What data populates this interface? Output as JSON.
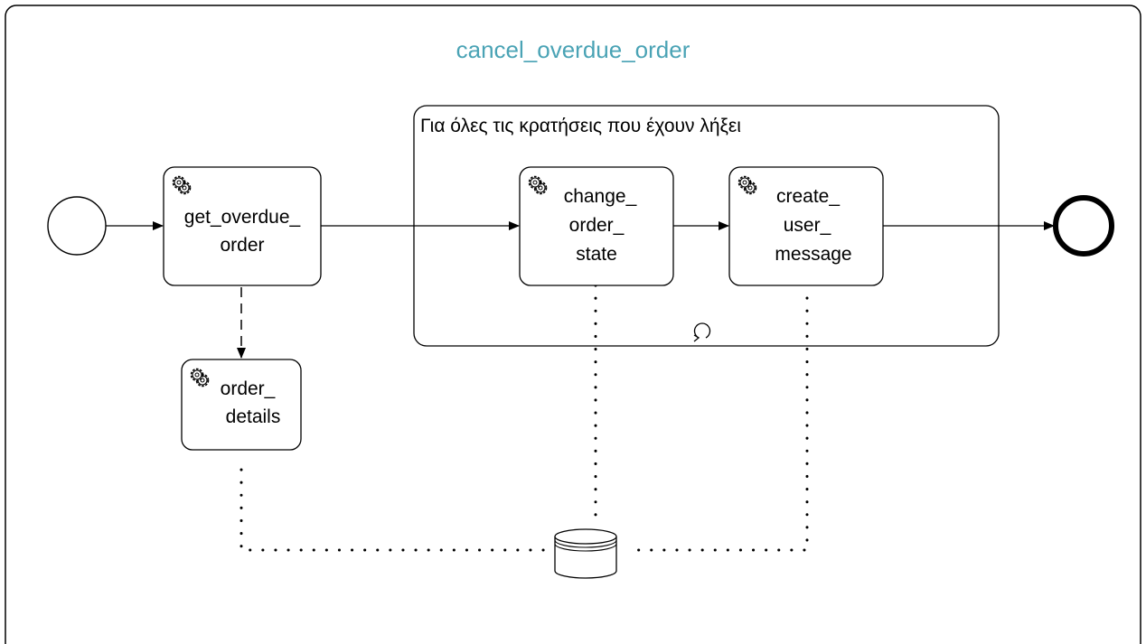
{
  "diagram": {
    "title": "cancel_overdue_order",
    "subprocess_label": "Για όλες τις κρατήσεις που έχουν λήξει",
    "tasks": {
      "get_overdue_order": [
        "get_overdue_",
        "order"
      ],
      "order_details": [
        "order_",
        "details"
      ],
      "change_order_state": [
        "change_",
        "order_",
        "state"
      ],
      "create_user_message": [
        "create_",
        "user_",
        "message"
      ]
    }
  },
  "colors": {
    "title": "#4aa3b5",
    "stroke": "#000000",
    "background": "#ffffff"
  },
  "icons": {
    "task_type": "gear-icon",
    "loop_marker": "loop-icon",
    "data_store": "database-icon"
  }
}
